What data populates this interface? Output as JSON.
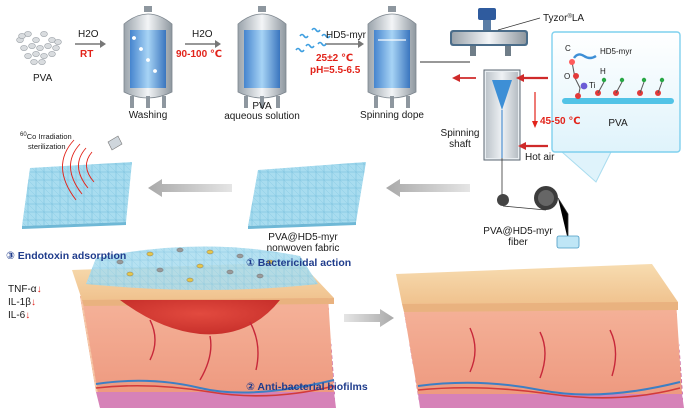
{
  "process": {
    "pva": "PVA",
    "h2o_1": "H2O",
    "rt": "RT",
    "washing": "Washing",
    "h2o_2": "H2O",
    "temp_1": "90-100 ℃",
    "aqueous_1": "PVA",
    "aqueous_2": "aqueous solution",
    "hd5myr": "HD5-myr",
    "temp_2": "25±2 ℃",
    "ph": "pH=5.5-6.5",
    "spinning_dope": "Spinning dope",
    "tyzor_prefix": "Tyzor",
    "tyzor_sup": "®",
    "tyzor_suffix": "LA",
    "temp_3": "45-50 ℃",
    "spinning_1": "Spinning",
    "spinning_2": "shaft",
    "hot_air": "Hot air",
    "fiber_1": "PVA@HD5-myr",
    "fiber_2": "fiber",
    "fabric_1": "PVA@HD5-myr",
    "fabric_2": "nonwoven fabric",
    "co_sup": "60",
    "co_text": "Co Irradiation",
    "steril": "sterilization"
  },
  "inset": {
    "c": "C",
    "o": "O",
    "ti": "Ti",
    "h": "H",
    "hd5myr": "HD5-myr",
    "pva": "PVA"
  },
  "wound": {
    "endotoxin": "③ Endotoxin adsorption",
    "bactericidal": "① Bactericidal action",
    "biofilms": "② Anti-bacterial biofilms",
    "tnf": "TNF-α",
    "il1": "IL-1β",
    "il6": "IL-6",
    "down": "↓"
  },
  "colors": {
    "red": "#e2231a",
    "blue": "#1f3c8c",
    "fabric": "#a8dcef",
    "skin": "#f2a88c",
    "gray_arrow": "#bdbdbd"
  }
}
